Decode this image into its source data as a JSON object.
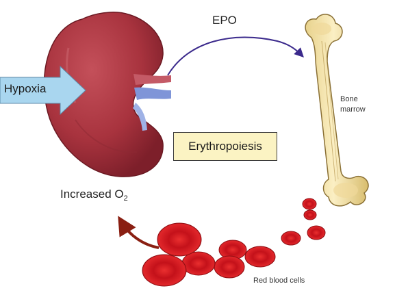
{
  "labels": {
    "hypoxia": "Hypoxia",
    "epo": "EPO",
    "bone_marrow_line1": "Bone",
    "bone_marrow_line2": "marrow",
    "erythropoiesis": "Erythropoiesis",
    "increased_prefix": "Increased O",
    "increased_sub": "2",
    "red_blood_cells": "Red blood cells"
  },
  "colors": {
    "kidney": "#a8333e",
    "kidney_dark": "#7a1f29",
    "hypoxia_arrow": "#a9d6ef",
    "epo_arrow": "#3b2a8c",
    "bone": "#f4e3a8",
    "bone_outline": "#8a7035",
    "erythro_box": "#fbf3c3",
    "rbc": "#d0151c",
    "rbc_dark": "#8e0d12",
    "return_arrow": "#8a1f12"
  }
}
